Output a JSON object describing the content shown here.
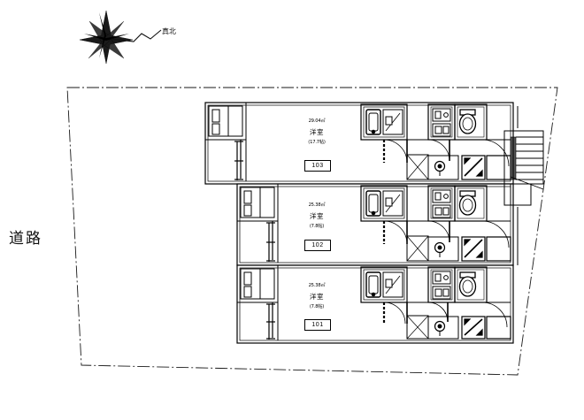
{
  "drawing": {
    "title": "apartment-site-plan",
    "road_label": "道路",
    "north_label": "真北",
    "compass_name": "north-arrow-compass"
  },
  "units": [
    {
      "id": "103",
      "area": "29.04㎡",
      "room_type": "洋室",
      "jo": "(17.7帖)",
      "number_label": "103"
    },
    {
      "id": "102",
      "area": "25.38㎡",
      "room_type": "洋室",
      "jo": "(7.8帖)",
      "number_label": "102"
    },
    {
      "id": "101",
      "area": "25.38㎡",
      "room_type": "洋室",
      "jo": "(7.8帖)",
      "number_label": "101"
    }
  ],
  "colors": {
    "line": "#000000",
    "background": "#ffffff",
    "fixture_fill": "#ffffff",
    "site_boundary": "#1a1a1a"
  },
  "features": {
    "stairs": "stairs-right",
    "balcony": "balcony-left",
    "entrance": "entrance-right"
  }
}
